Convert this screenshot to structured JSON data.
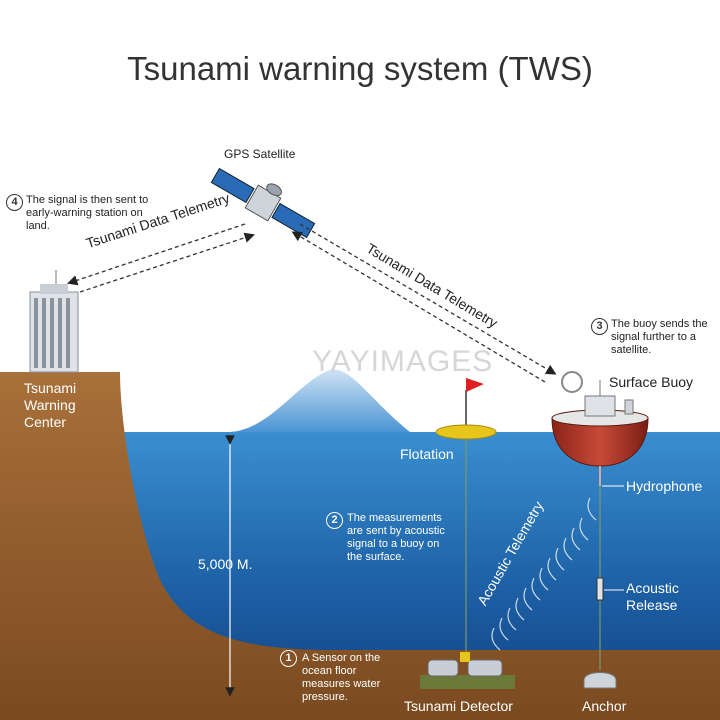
{
  "title": "Tsunami warning system (TWS)",
  "labels": {
    "gps_satellite": "GPS Satellite",
    "telemetry_left": "Tsunami Data Telemetry",
    "telemetry_right": "Tsunami Data Telemetry",
    "acoustic_telemetry": "Acoustic Telemetry",
    "surface_buoy": "Surface Buoy",
    "flotation": "Flotation",
    "hydrophone": "Hydrophone",
    "acoustic_release": "Acoustic Release",
    "anchor": "Anchor",
    "tsunami_detector": "Tsunami Detector",
    "tsunami_warning_center": "Tsunami Warning Center",
    "depth": "5,000 M."
  },
  "steps": [
    {
      "number": "1",
      "text": "A Sensor on the ocean floor measures water pressure."
    },
    {
      "number": "2",
      "text": "The measurements are sent by acoustic signal to a buoy on the surface."
    },
    {
      "number": "3",
      "text": "The buoy sends the signal further to a satellite."
    },
    {
      "number": "4",
      "text": "The signal is then sent to early-warning station on land."
    }
  ],
  "watermark": "YAYIMAGES",
  "colors": {
    "sky": "#ffffff",
    "ocean_top": "#3a8fd0",
    "ocean_bottom": "#0f3f7f",
    "land": "#8c5a2b",
    "buoy_red": "#b03a2e",
    "flag_red": "#e02020"
  }
}
